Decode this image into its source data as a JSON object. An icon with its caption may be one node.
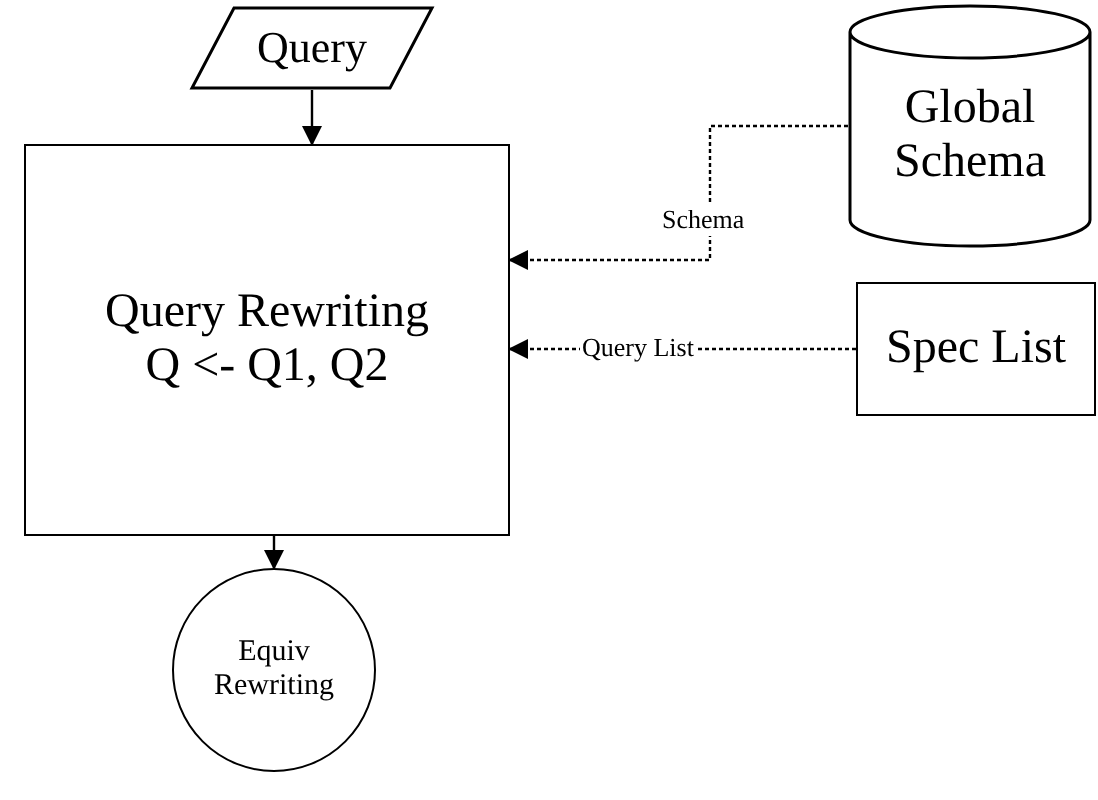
{
  "diagram": {
    "nodes": [
      {
        "text": [
          "Query"
        ]
      },
      {
        "text": [
          "Query Rewriting Q <- Q1, Q2"
        ]
      },
      {
        "text": [
          "Global Schema"
        ]
      },
      {
        "text": [
          "Spec List"
        ]
      },
      {
        "text": [
          "Equiv Rewriting"
        ]
      }
    ],
    "edges": [
      {
        "from": 0,
        "to": 1,
        "arrow": "to"
      },
      {
        "from": 2,
        "to": 1,
        "arrow": "to",
        "label": "Schema",
        "style": "dashed"
      },
      {
        "from": 3,
        "to": 1,
        "arrow": "to",
        "label": "Query List",
        "style": "dashed"
      },
      {
        "from": 1,
        "to": 4,
        "arrow": "to"
      }
    ]
  }
}
